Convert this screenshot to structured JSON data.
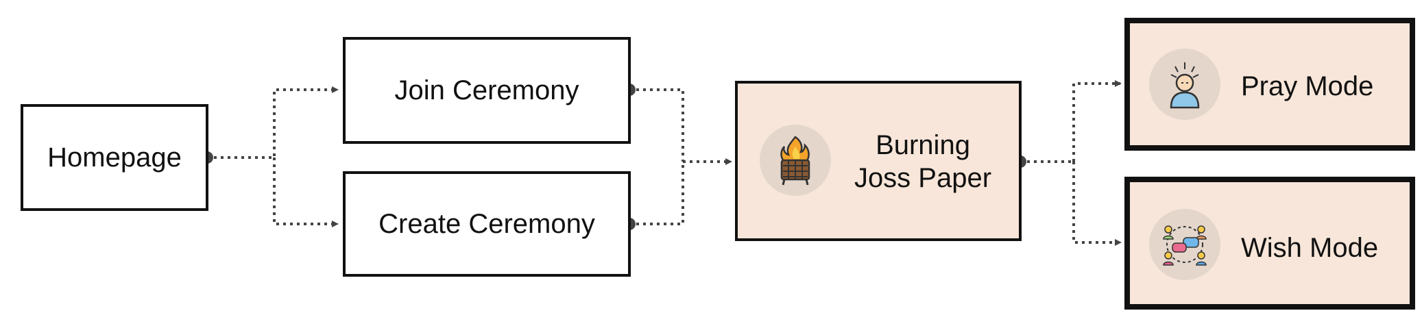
{
  "nodes": {
    "homepage": {
      "label": "Homepage"
    },
    "join": {
      "label": "Join Ceremony"
    },
    "create": {
      "label": "Create Ceremony"
    },
    "burning": {
      "line1": "Burning",
      "line2": "Joss Paper",
      "icon": "brazier-fire-icon"
    },
    "pray": {
      "label": "Pray Mode",
      "icon": "praying-person-icon"
    },
    "wish": {
      "label": "Wish Mode",
      "icon": "group-chat-icon"
    }
  },
  "colors": {
    "border": "#111111",
    "tinted_fill": "#f7e6d9",
    "icon_bg": "#e4d6cb",
    "connector": "#444444"
  }
}
